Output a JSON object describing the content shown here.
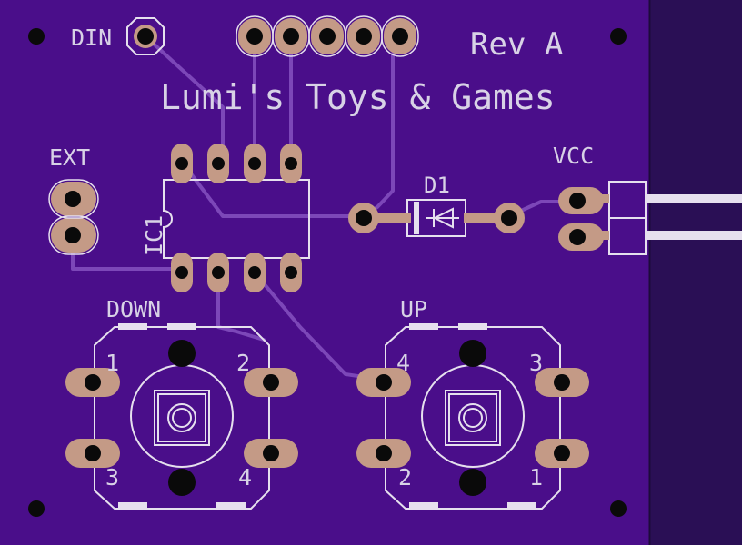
{
  "colors": {
    "board": "#4a0e8a",
    "background": "#2a0f55",
    "trace": "#7c47b8",
    "pad": "#c49a86",
    "silkscreen": "#e6e0ee",
    "drill": "#0a0a0a"
  },
  "board": {
    "title": "Lumi's Toys & Games",
    "revision": "Rev A"
  },
  "labels": {
    "din": "DIN",
    "ext": "EXT",
    "vcc": "VCC",
    "d1": "D1",
    "ic1": "IC1",
    "down": "DOWN",
    "up": "UP"
  },
  "switch_down_pins": [
    "1",
    "2",
    "3",
    "4"
  ],
  "switch_up_pins": [
    "4",
    "3",
    "2",
    "1"
  ]
}
